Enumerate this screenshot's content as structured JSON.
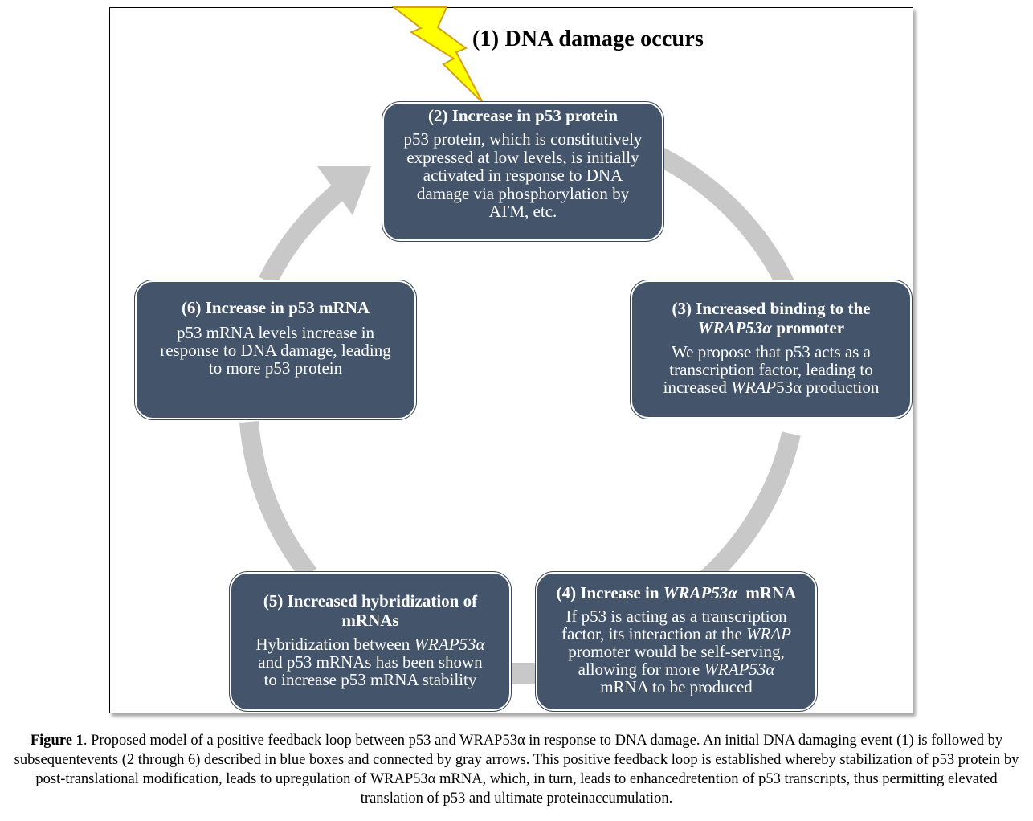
{
  "diagram": {
    "title_number": "(1)",
    "title_text": "DNA damage occurs",
    "colors": {
      "box_fill": "#44546a",
      "arrow": "#c8c8c8",
      "bolt_fill": "#ffff00",
      "bolt_stroke": "#d4a017"
    },
    "boxes": [
      {
        "id": "step-2",
        "title": "(2) Increase in p53 protein",
        "body": [
          "p53 protein, which is constitutively",
          "expressed at low levels, is initially",
          "activated in response to DNA",
          "damage via phosphorylation by",
          "ATM, etc."
        ]
      },
      {
        "id": "step-3",
        "title_line1": "(3) Increased binding to the",
        "title_line2_italic": "WRAP53α",
        "title_line2_rest": " promoter",
        "body_line1": "We propose that  p53 acts as a",
        "body_line2": "transcription factor, leading to",
        "body_line3_pre": "increased ",
        "body_line3_italic": "WRAP",
        "body_line3_post": "53α production"
      },
      {
        "id": "step-4",
        "title_pre": "(4) Increase in ",
        "title_italic": "WRAP53α",
        "title_post": "  mRNA",
        "body_line1": "If p53 is acting as a transcription",
        "body_line2_pre": "factor, its interaction at the ",
        "body_line2_italic": "WRAP",
        "body_line3": "promoter would be self-serving,",
        "body_line4_pre": "allowing for more ",
        "body_line4_italic": "WRAP53α",
        "body_line5": "mRNA to be produced"
      },
      {
        "id": "step-5",
        "title_line1": "(5) Increased hybridization of",
        "title_line2": "mRNAs",
        "body_line1_pre": "Hybridization between ",
        "body_line1_italic": "WRAP53α",
        "body_line2": "and p53 mRNAs has been shown",
        "body_line3": "to increase p53 mRNA stability"
      },
      {
        "id": "step-6",
        "title": "(6) Increase in p53 mRNA",
        "body": [
          "p53 mRNA levels increase in",
          "response to DNA damage, leading",
          "to more p53 protein"
        ]
      }
    ]
  },
  "caption": {
    "label": "Figure 1",
    "text": ". Proposed model of a positive feedback loop between p53 and WRAP53α in response to DNA damage. An initial DNA damaging event (1) is followed by subsequentevents (2 through 6) described in blue boxes and connected by gray arrows. This positive feedback loop is established whereby stabilization of p53 protein by post-translational modification, leads to upregulation of WRAP53α mRNA, which, in turn, leads to enhancedretention of p53 transcripts, thus permitting elevated translation of p53 and ultimate proteinaccumulation."
  }
}
